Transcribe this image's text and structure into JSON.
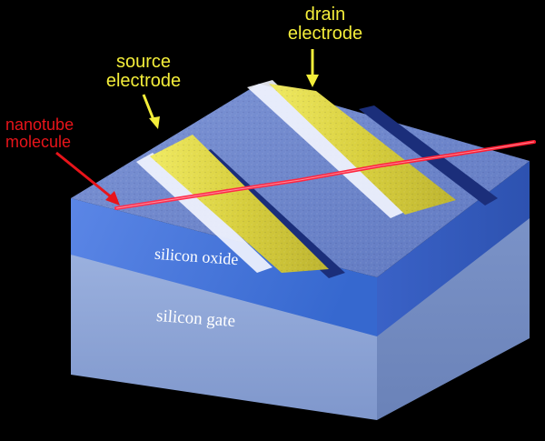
{
  "labels": {
    "source_electrode": "source\nelectrode",
    "drain_electrode": "drain\nelectrode",
    "nanotube_molecule": "nanotube\nmolecule",
    "silicon_oxide": "silicon oxide",
    "silicon_gate": "silicon gate"
  },
  "colors": {
    "background": "#000000",
    "label_yellow": "#f4ee3a",
    "label_red": "#e8141a",
    "oxide_top": "#6d85c4",
    "oxide_side": "#3f6fd4",
    "gate_side": "#92a9d8",
    "electrode_gold": "#d9d24a",
    "nanotube_red": "#e01428",
    "gap_dark": "#1b2e7a"
  }
}
